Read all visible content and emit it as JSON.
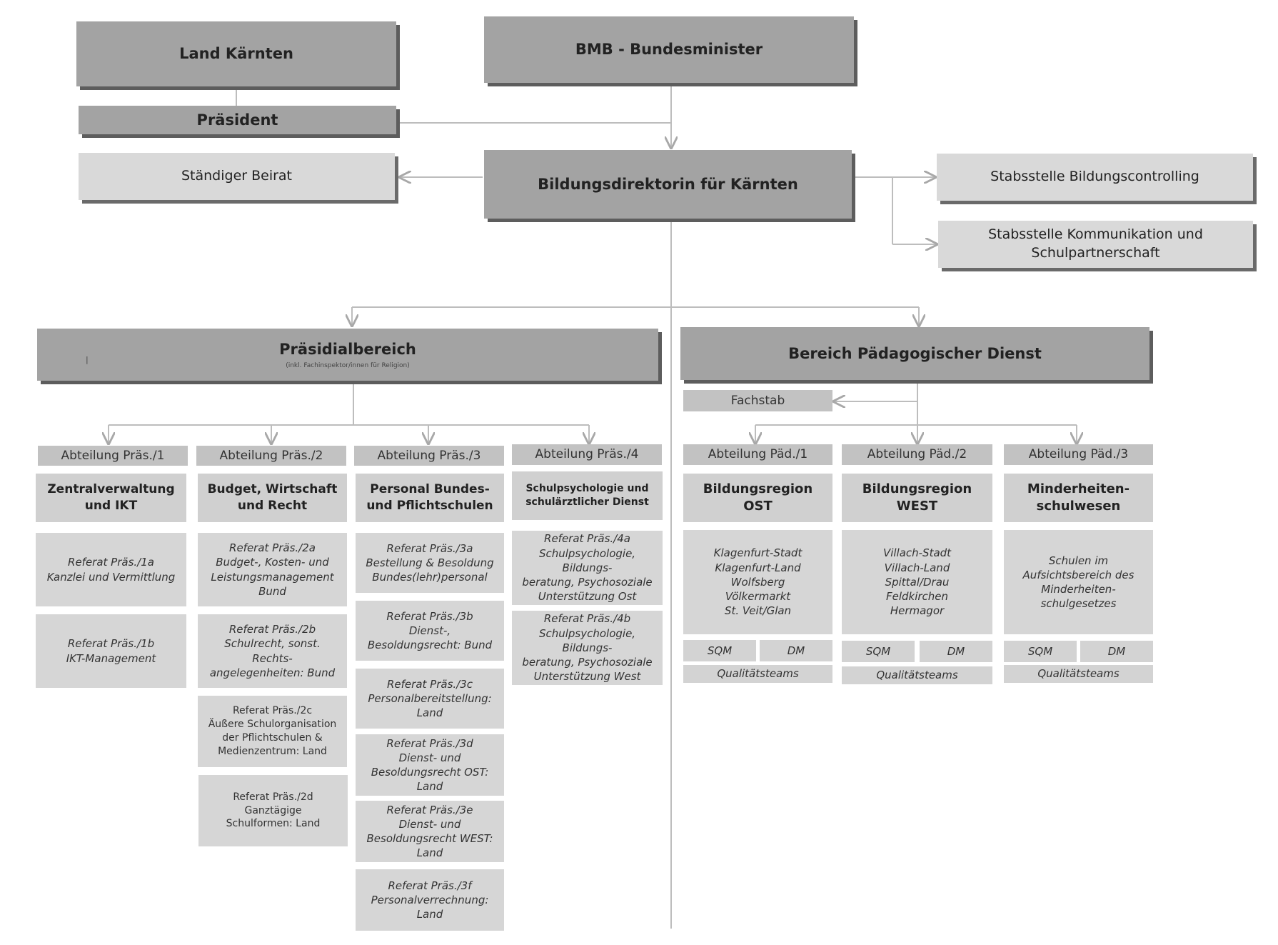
{
  "top": {
    "land": "Land Kärnten",
    "bmb": "BMB - Bundesminister",
    "praesident": "Präsident",
    "beirat": "Ständiger Beirat",
    "direktorin": "Bildungsdirektorin für Kärnten",
    "stabsstelle_controlling": "Stabsstelle Bildungscontrolling",
    "stabsstelle_kommunikation": [
      "Stabsstelle Kommunikation und",
      "Schulpartnerschaft"
    ]
  },
  "praesidialbereich": {
    "title": "Präsidialbereich",
    "note": "(inkl. Fachinspektor/innen für Religion)",
    "abteilungen": [
      {
        "header": "Abteilung Präs./1",
        "title": [
          "Zentralverwaltung",
          "und IKT"
        ],
        "referate": [
          [
            "Referat Präs./1a",
            "Kanzlei und Vermittlung"
          ],
          [
            "Referat Präs./1b",
            "IKT-Management"
          ]
        ]
      },
      {
        "header": "Abteilung Präs./2",
        "title": [
          "Budget, Wirtschaft",
          "und Recht"
        ],
        "referate": [
          [
            "Referat Präs./2a",
            "Budget-, Kosten- und",
            "Leistungsmanagement",
            "Bund"
          ],
          [
            "Referat Präs./2b",
            "Schulrecht, sonst.",
            "Rechts-",
            "angelegenheiten: Bund"
          ],
          [
            "Referat Präs./2c",
            "Äußere Schulorganisation",
            "der Pflichtschulen &",
            "Medienzentrum: Land"
          ],
          [
            "Referat Präs./2d",
            "Ganztägige",
            "Schulformen: Land"
          ]
        ]
      },
      {
        "header": "Abteilung Präs./3",
        "title": [
          "Personal Bundes-",
          "und Pflichtschulen"
        ],
        "referate": [
          [
            "Referat Präs./3a",
            "Bestellung & Besoldung",
            "Bundes(lehr)personal"
          ],
          [
            "Referat Präs./3b",
            "Dienst-,",
            "Besoldungsrecht: Bund"
          ],
          [
            "Referat Präs./3c",
            "Personalbereitstellung:",
            "Land"
          ],
          [
            "Referat Präs./3d",
            "Dienst- und",
            "Besoldungsrecht OST:",
            "Land"
          ],
          [
            "Referat Präs./3e",
            "Dienst- und",
            "Besoldungsrecht WEST:",
            "Land"
          ],
          [
            "Referat Präs./3f",
            "Personalverrechnung:",
            "Land"
          ]
        ]
      },
      {
        "header": "Abteilung Präs./4",
        "title": [
          "Schulpsychologie und",
          "schulärztlicher Dienst"
        ],
        "referate": [
          [
            "Referat Präs./4a",
            "Schulpsychologie, Bildungs-",
            "beratung, Psychosoziale",
            "Unterstützung Ost"
          ],
          [
            "Referat Präs./4b",
            "Schulpsychologie, Bildungs-",
            "beratung, Psychosoziale",
            "Unterstützung West"
          ]
        ]
      }
    ]
  },
  "paedagogik": {
    "title": "Bereich Pädagogischer Dienst",
    "fachstab": "Fachstab",
    "abteilungen": [
      {
        "header": "Abteilung Päd./1",
        "title": [
          "Bildungsregion",
          "OST"
        ],
        "body": [
          "Klagenfurt-Stadt",
          "Klagenfurt-Land",
          "Wolfsberg",
          "Völkermarkt",
          "St. Veit/Glan"
        ],
        "sqm": "SQM",
        "dm": "DM",
        "qt": "Qualitätsteams"
      },
      {
        "header": "Abteilung Päd./2",
        "title": [
          "Bildungsregion",
          "WEST"
        ],
        "body": [
          "Villach-Stadt",
          "Villach-Land",
          "Spittal/Drau",
          "Feldkirchen",
          "Hermagor"
        ],
        "sqm": "SQM",
        "dm": "DM",
        "qt": "Qualitätsteams"
      },
      {
        "header": "Abteilung Päd./3",
        "title": [
          "Minderheiten-",
          "schulwesen"
        ],
        "body": [
          "Schulen im",
          "Aufsichtsbereich des",
          "Minderheiten-",
          "schulgesetzes"
        ],
        "sqm": "SQM",
        "dm": "DM",
        "qt": "Qualitätsteams"
      }
    ]
  },
  "colors": {
    "dark_box": "#a3a3a3",
    "light_box": "#d9d9d9",
    "line": "#bdbdbd"
  }
}
